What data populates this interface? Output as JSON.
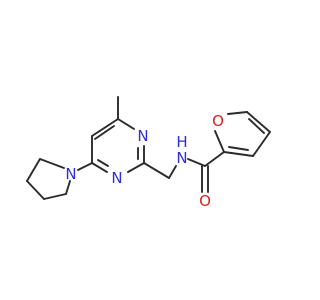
{
  "atoms": {
    "n_pyrrolidine": "N",
    "n_pyrimidine_upper": "N",
    "n_pyrimidine_lower": "N",
    "n_amide": "N",
    "h_amide": "H",
    "o_furan": "O",
    "o_carbonyl": "O"
  },
  "colors": {
    "carbon_bond": "#2b2b2b",
    "nitrogen": "#2f2fd6",
    "oxygen": "#e01f1f",
    "background": "#ffffff"
  }
}
